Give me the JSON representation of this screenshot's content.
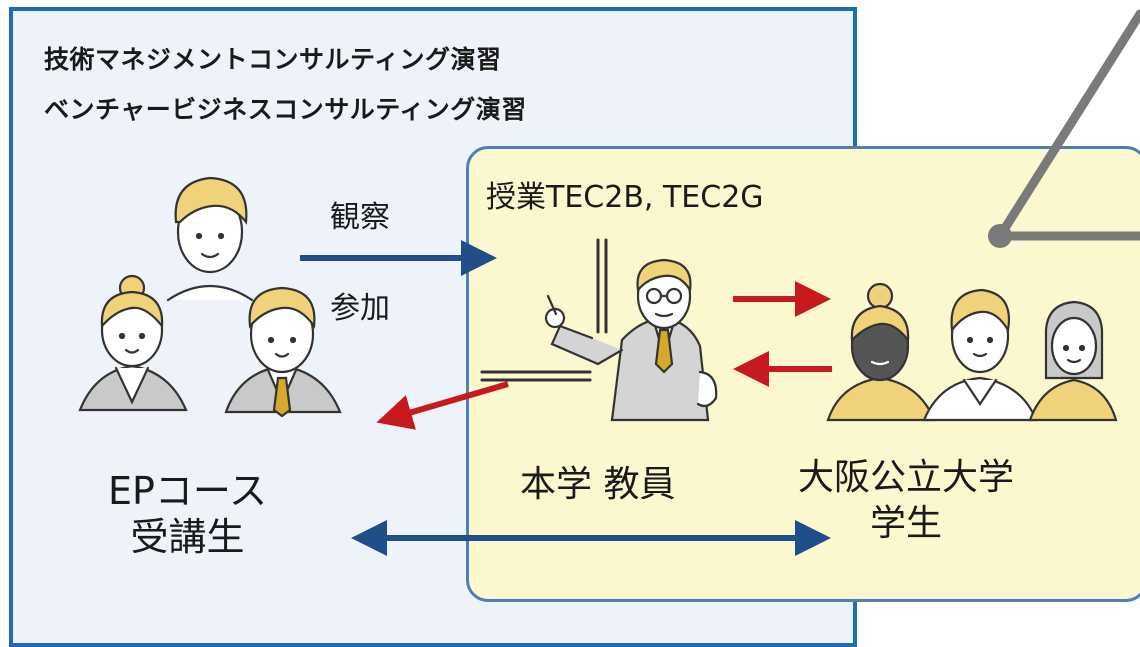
{
  "ep_panel": {
    "title_line1": "技術マネジメントコンサルティング演習",
    "title_line2": "ベンチャービジネスコンサルティング演習"
  },
  "class_panel": {
    "course_label": "授業TEC2B, TEC2G"
  },
  "arrows": {
    "observe_label": "観察",
    "join_label": "参加"
  },
  "labels": {
    "teacher": "本学 教員",
    "univ_line1": "大阪公立大学",
    "univ_line2": "学生",
    "ep_line1": "EPコース",
    "ep_line2": "受講生"
  },
  "colors": {
    "panel_border": "#1f6bb5",
    "panel_fill": "#eef3fa",
    "class_fill": "#fbf7cf",
    "arrow_blue": "#1f4e89",
    "arrow_red": "#c8191e",
    "hair_yellow": "#f0d27a",
    "suit_gray": "#c9c9c9",
    "tie_gold": "#d6a92a"
  }
}
